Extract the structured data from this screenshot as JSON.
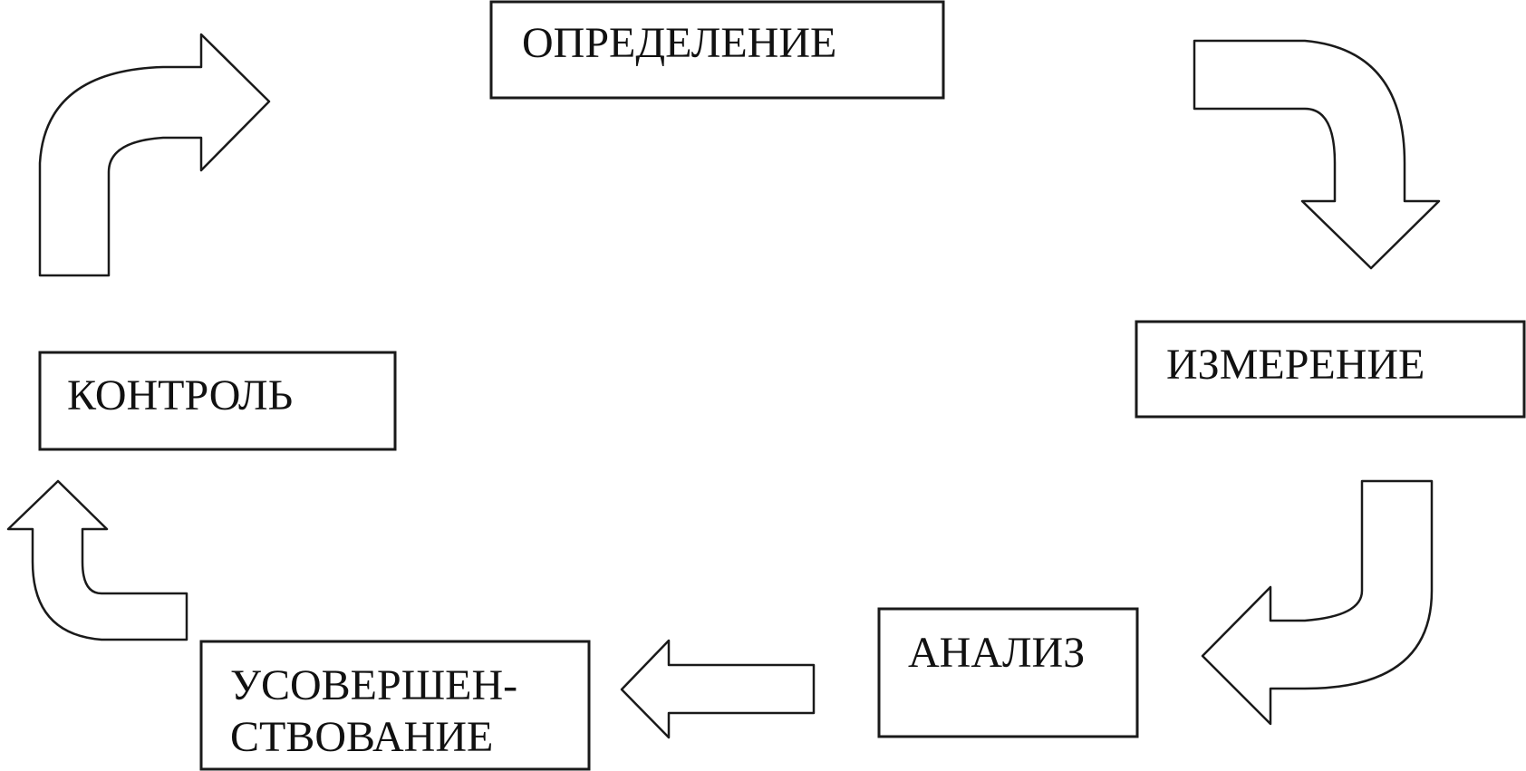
{
  "steps": {
    "define": {
      "label": "ОПРЕДЕЛЕНИЕ"
    },
    "measure": {
      "label": "ИЗМЕРЕНИЕ"
    },
    "analyze": {
      "label": "АНАЛИЗ"
    },
    "improve": {
      "line1": "УСОВЕРШЕН-",
      "line2": "СТВОВАНИЕ"
    },
    "control": {
      "label": "КОНТРОЛЬ"
    }
  }
}
